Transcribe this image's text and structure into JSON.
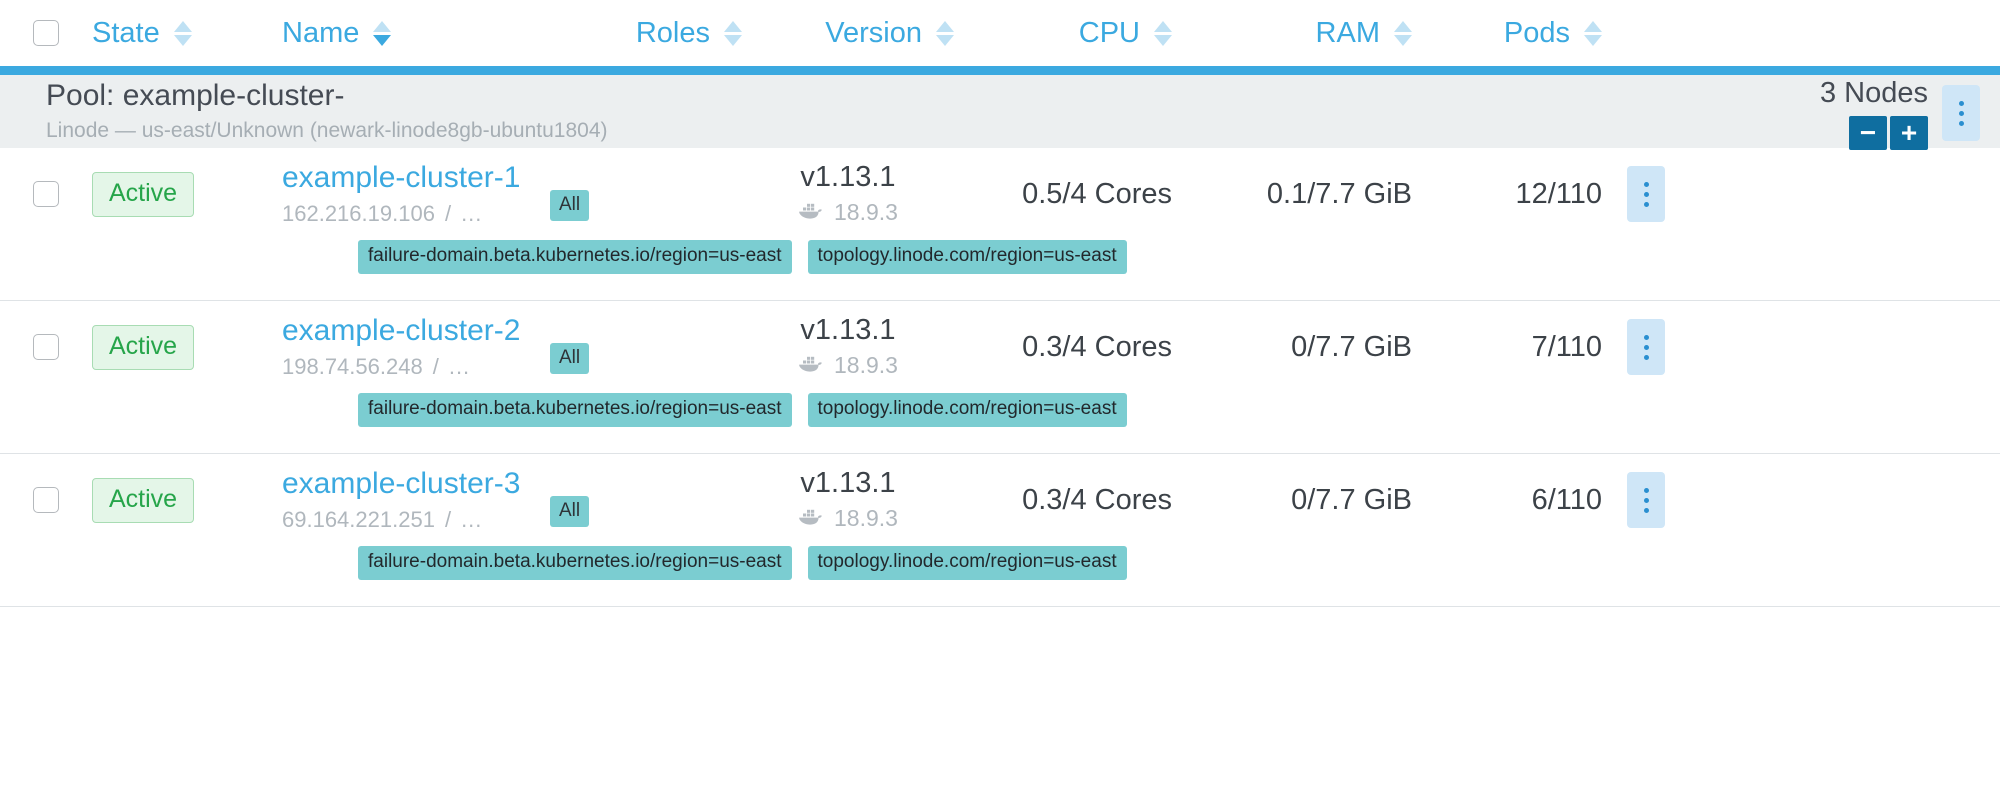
{
  "table": {
    "columns": [
      {
        "key": "state",
        "label": "State",
        "sorted": false
      },
      {
        "key": "name",
        "label": "Name",
        "sorted": true
      },
      {
        "key": "roles",
        "label": "Roles",
        "sorted": false
      },
      {
        "key": "version",
        "label": "Version",
        "sorted": false
      },
      {
        "key": "cpu",
        "label": "CPU",
        "sorted": false
      },
      {
        "key": "ram",
        "label": "RAM",
        "sorted": false
      },
      {
        "key": "pods",
        "label": "Pods",
        "sorted": false
      }
    ],
    "select_all_icon": "checkbox-icon"
  },
  "pool": {
    "title": "Pool: example-cluster-",
    "subtitle": "Linode — us-east/Unknown (newark-linode8gb-ubuntu1804)",
    "nodes_count": "3 Nodes",
    "decrement_label": "−",
    "increment_label": "+",
    "menu_icon": "kebab-menu-icon"
  },
  "nodes": [
    {
      "state": "Active",
      "name": "example-cluster-1",
      "ip": "162.216.19.106",
      "ip_separator": "/",
      "ip_more": "...",
      "role": "All",
      "version": "v1.13.1",
      "runtime_icon": "docker-icon",
      "runtime_version": "18.9.3",
      "cpu": "0.5/4 Cores",
      "ram": "0.1/7.7 GiB",
      "pods": "12/110",
      "labels": [
        "failure-domain.beta.kubernetes.io/region=us-east",
        "topology.linode.com/region=us-east"
      ]
    },
    {
      "state": "Active",
      "name": "example-cluster-2",
      "ip": "198.74.56.248",
      "ip_separator": "/",
      "ip_more": "...",
      "role": "All",
      "version": "v1.13.1",
      "runtime_icon": "docker-icon",
      "runtime_version": "18.9.3",
      "cpu": "0.3/4 Cores",
      "ram": "0/7.7 GiB",
      "pods": "7/110",
      "labels": [
        "failure-domain.beta.kubernetes.io/region=us-east",
        "topology.linode.com/region=us-east"
      ]
    },
    {
      "state": "Active",
      "name": "example-cluster-3",
      "ip": "69.164.221.251",
      "ip_separator": "/",
      "ip_more": "...",
      "role": "All",
      "version": "v1.13.1",
      "runtime_icon": "docker-icon",
      "runtime_version": "18.9.3",
      "cpu": "0.3/4 Cores",
      "ram": "0/7.7 GiB",
      "pods": "6/110",
      "labels": [
        "failure-domain.beta.kubernetes.io/region=us-east",
        "topology.linode.com/region=us-east"
      ]
    }
  ],
  "colors": {
    "accent_blue": "#3ba9e0",
    "link_blue": "#3ba9e0",
    "button_blue": "#0f6ea0",
    "kebab_bg": "#cfe6f7",
    "chip_teal": "#7bcdd1",
    "badge_green_text": "#26a54a",
    "badge_green_bg": "#e4f6e8",
    "pool_bg": "#eceff0",
    "muted_text": "#b0b7bd"
  }
}
